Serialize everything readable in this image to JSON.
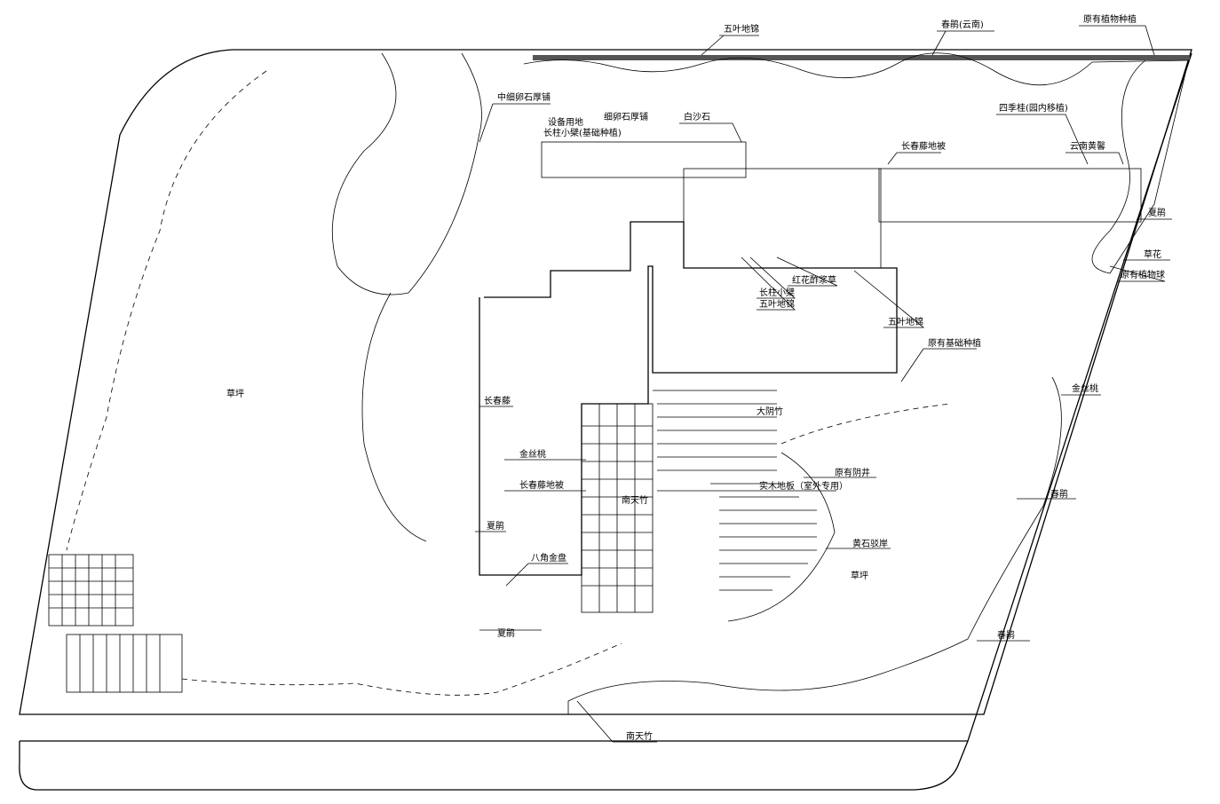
{
  "title": "Garden landscape plan",
  "labels": {
    "top_ivy": "五叶地锦",
    "top_azalea": "春鹃(云南)",
    "top_existing": "原有植物种植",
    "pebble_medium": "中细卵石厚铺",
    "equipment": "设备用地",
    "pebble_fine": "细卵石厚铺",
    "white_sand": "白沙石",
    "barberry_base": "长柱小檗(基础种植)",
    "osmanthus": "四季桂(园内移植)",
    "jasmine": "云南黄馨",
    "ivy_cover_top": "长春藤地被",
    "summer_azalea_r": "夏鹃",
    "flowers": "草花",
    "existing_ball": "原有植物球",
    "oxalis": "红花酢浆草",
    "barberry": "长柱小檗",
    "ivy_mid1": "五叶地锦",
    "ivy_mid2": "五叶地锦",
    "existing_base": "原有基础种植",
    "hypericum_r": "金丝桃",
    "ivy": "长春藤",
    "hypericum": "金丝桃",
    "bamboo": "大阴竹",
    "manhole": "原有阴井",
    "wood_floor": "实木地板（室外专用）",
    "ivy_cover": "长春藤地被",
    "nandina": "南天竹",
    "summer_azalea_l": "夏鹃",
    "yellow_stone": "黄石驳岸",
    "fatsia": "八角金盘",
    "lawn_r": "草坪",
    "lawn_l": "草坪",
    "spring_azalea1": "春鹃",
    "spring_azalea2": "春鹃",
    "summer_azalea_b": "夏鹃",
    "nandina_b": "南天竹"
  }
}
